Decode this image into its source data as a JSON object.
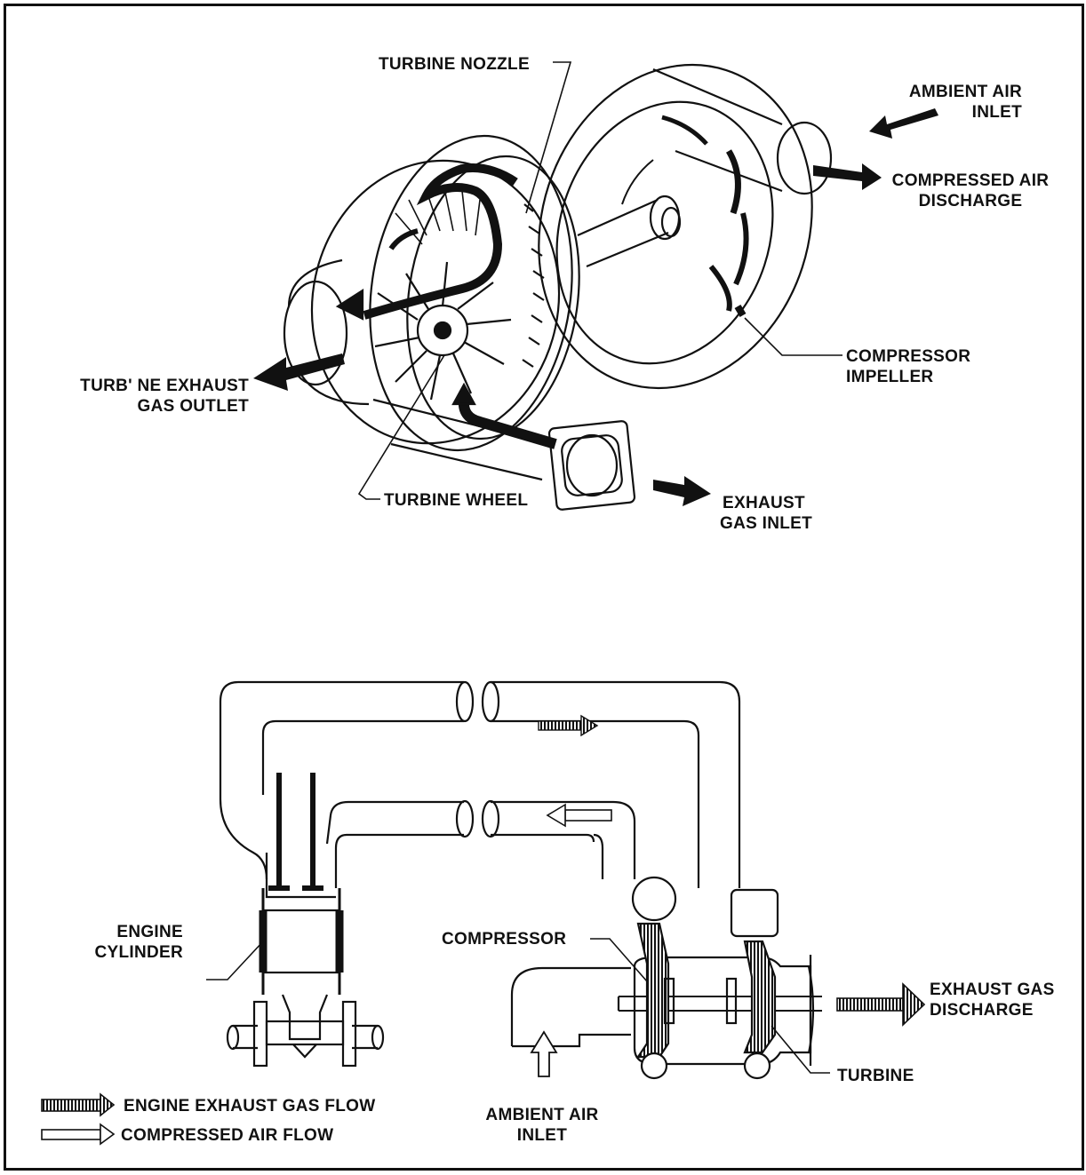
{
  "turbo_cutaway": {
    "labels": {
      "turbine_nozzle": "TURBINE NOZZLE",
      "ambient_air_inlet_1": "AMBIENT AIR",
      "ambient_air_inlet_2": "INLET",
      "compressed_air_discharge_1": "COMPRESSED AIR",
      "compressed_air_discharge_2": "DISCHARGE",
      "compressor_impeller_1": "COMPRESSOR",
      "compressor_impeller_2": "IMPELLER",
      "turbine_exhaust_1": "TURB' NE EXHAUST",
      "turbine_exhaust_2": "GAS OUTLET",
      "turbine_wheel": "TURBINE WHEEL",
      "exhaust_gas_inlet_1": "EXHAUST",
      "exhaust_gas_inlet_2": "GAS INLET"
    }
  },
  "engine_schematic": {
    "labels": {
      "compressor": "COMPRESSOR",
      "engine_cylinder_1": "ENGINE",
      "engine_cylinder_2": "CYLINDER",
      "exhaust_gas_discharge_1": "EXHAUST GAS",
      "exhaust_gas_discharge_2": "DISCHARGE",
      "turbine": "TURBINE",
      "ambient_air_inlet_1": "AMBIENT AIR",
      "ambient_air_inlet_2": "INLET"
    },
    "legend": {
      "exhaust_flow": "ENGINE EXHAUST GAS FLOW",
      "compressed_flow": "COMPRESSED AIR FLOW"
    }
  }
}
